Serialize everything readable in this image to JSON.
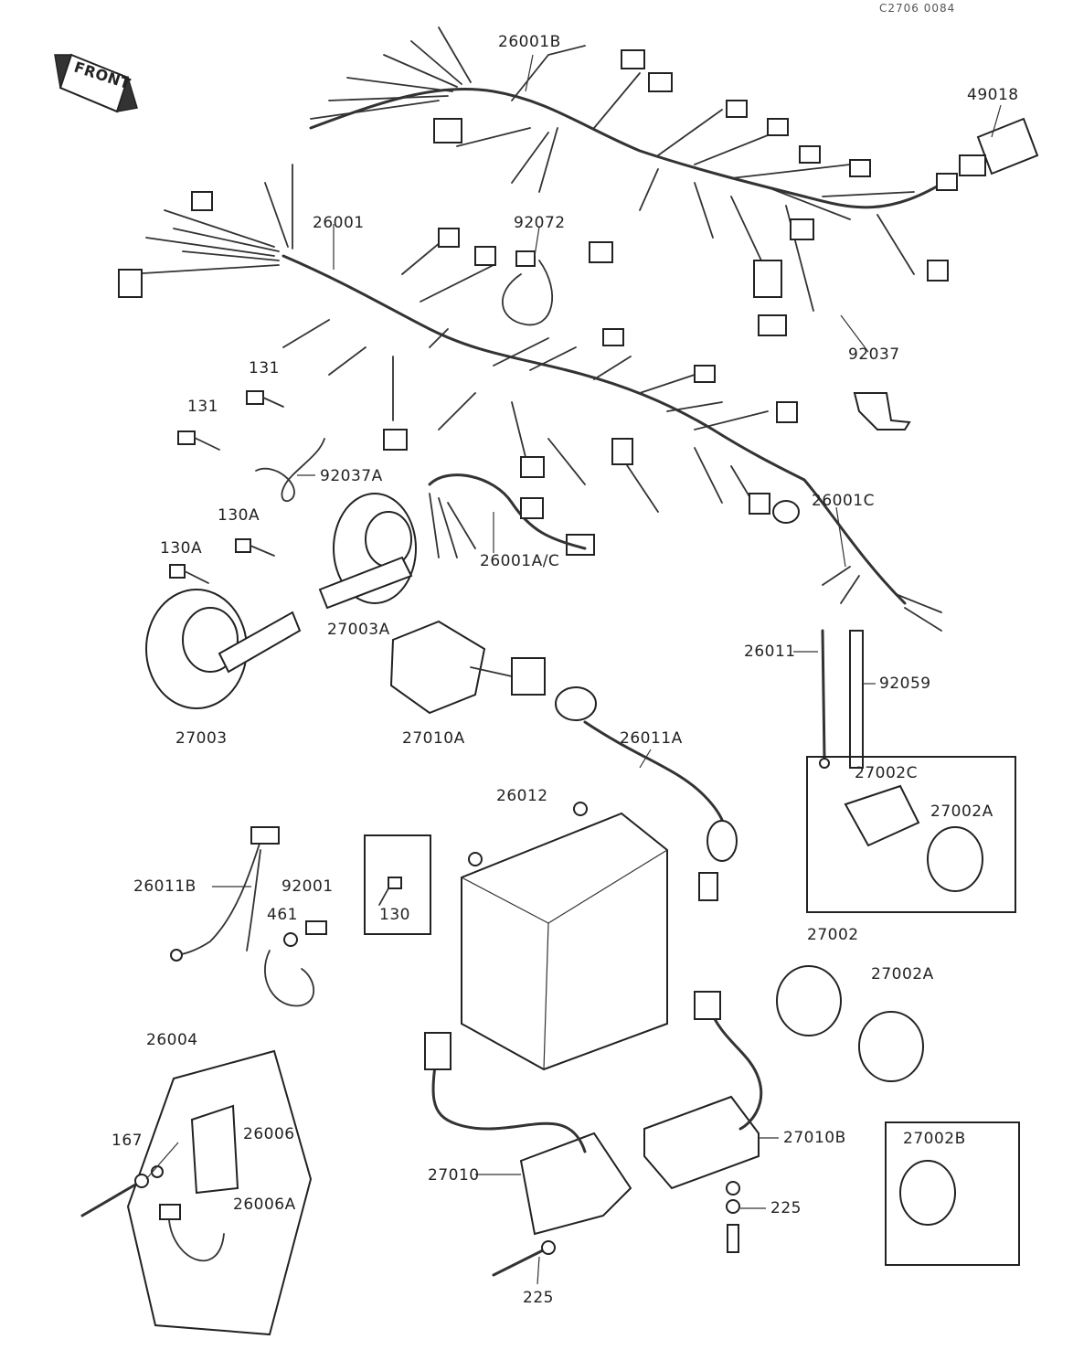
{
  "doc_code": "C2706 0084",
  "front_label": "FRONT",
  "labels": {
    "p26001B": "26001B",
    "p49018": "49018",
    "p26001": "26001",
    "p92072": "92072",
    "p92037": "92037",
    "p131a": "131",
    "p131b": "131",
    "p92037A": "92037A",
    "p130A_a": "130A",
    "p130A_b": "130A",
    "p26001C": "26001C",
    "p26001AC": "26001A/C",
    "p27003A": "27003A",
    "p26011": "26011",
    "p92059": "92059",
    "p27003": "27003",
    "p27010A": "27010A",
    "p26011A": "26011A",
    "p27002C": "27002C",
    "p27002A_in": "27002A",
    "p26012": "26012",
    "p26011B": "26011B",
    "p92001": "92001",
    "p461": "461",
    "p130": "130",
    "p27002": "27002",
    "p27002A": "27002A",
    "p26004": "26004",
    "p167": "167",
    "p26006": "26006",
    "p26006A": "26006A",
    "p27010": "27010",
    "p27010B": "27010B",
    "p225a": "225",
    "p225b": "225",
    "p27002B": "27002B"
  }
}
